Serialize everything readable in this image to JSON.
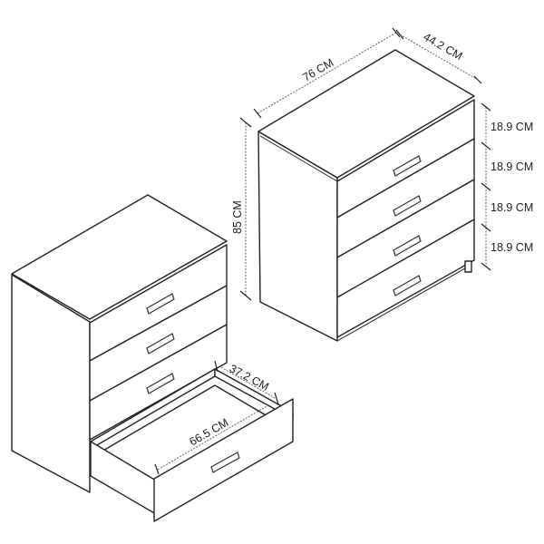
{
  "dimensions": {
    "width": "76 CM",
    "depth": "44.2 CM",
    "height": "85 CM",
    "drawer_heights": [
      "18.9 CM",
      "18.9 CM",
      "18.9 CM",
      "18.9 CM"
    ],
    "drawer_inner_depth": "37.2 CM",
    "drawer_inner_width": "66.5 CM"
  }
}
